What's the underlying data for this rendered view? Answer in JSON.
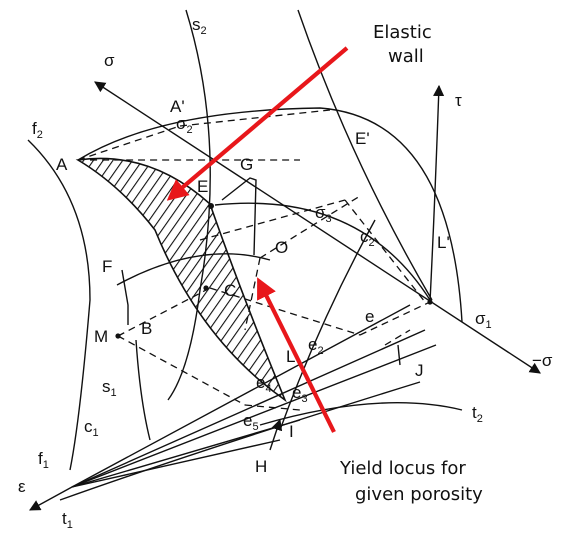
{
  "colors": {
    "line": "#111111",
    "annotation_arrow": "#e8171b",
    "background": "#ffffff"
  },
  "annotations": {
    "elastic_wall_line1": "Elastic",
    "elastic_wall_line2": "wall",
    "yield_locus_line1": "Yield locus  for",
    "yield_locus_line2": "given porosity"
  },
  "axes": {
    "sigma": "σ",
    "neg_sigma": "−σ",
    "tau": "τ",
    "epsilon": "ε"
  },
  "points": {
    "A": "A",
    "A_prime": "A'",
    "E": "E",
    "E_prime": "E'",
    "G": "G",
    "O": "O",
    "L_prime": "L'",
    "F": "F",
    "M": "M",
    "B": "B",
    "C": "C",
    "L": "L",
    "J": "J",
    "H": "H",
    "I": "I"
  },
  "curves": {
    "s": "s",
    "s2_sub": "2",
    "s1_sub": "1",
    "f": "f",
    "f2_sub": "2",
    "f1_sub": "1",
    "c": "c",
    "c2_sub": "2",
    "c1_sub": "1",
    "t": "t",
    "t2_sub": "2",
    "t1_sub": "1"
  },
  "strains": {
    "e": "e",
    "e2_sub": "2",
    "e3_sub": "3",
    "e4_sub": "4",
    "e5_sub": "5"
  },
  "stresses": {
    "sigma": "σ",
    "sigma1_sub": "1",
    "sigma2_sub": "2",
    "sigma3_sub": "3"
  }
}
